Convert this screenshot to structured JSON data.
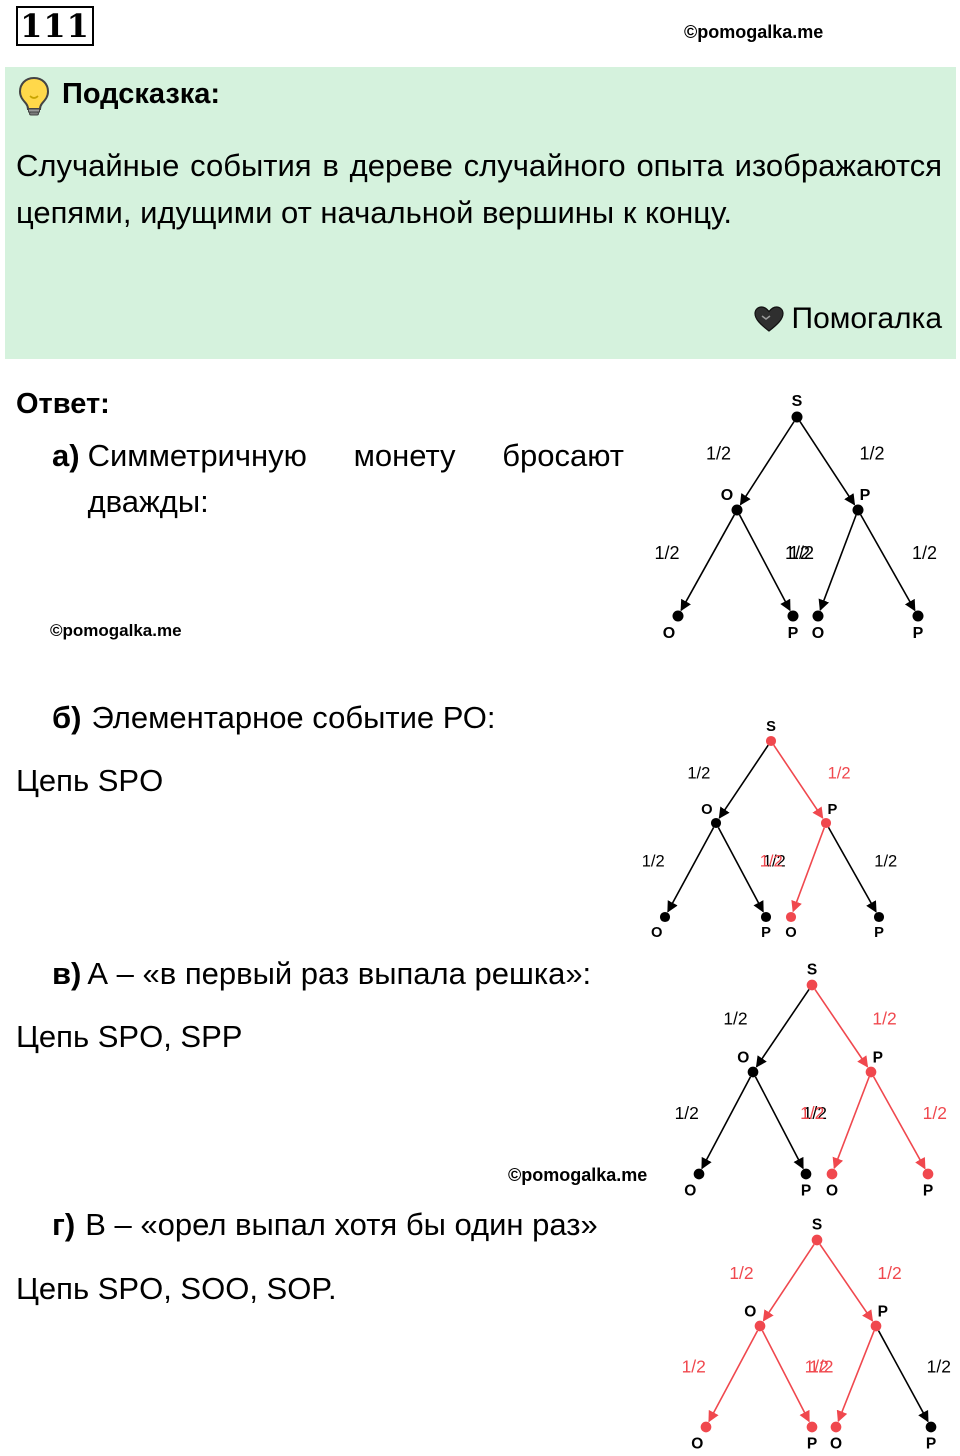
{
  "task_number": "111",
  "watermark": "©pomogalka.me",
  "hint": {
    "title": "Подсказка:",
    "text": "Случайные события в дереве случайного опыта изображаются цепями, идущими от начальной вершины к концу.",
    "signature": "Помогалка",
    "icons": [
      "lightbulb-icon",
      "heart-icon"
    ]
  },
  "answer": {
    "label": "Ответ:",
    "items": [
      {
        "letter": "а)",
        "text": "Симметричную монету бросают дважды:",
        "chain": ""
      },
      {
        "letter": "б)",
        "text": "Элементарное событие РО:",
        "chain": "Цепь SPO"
      },
      {
        "letter": "в)",
        "text": "А – «в первый раз выпала решка»:",
        "chain": "Цепь SPO, SPP"
      },
      {
        "letter": "г)",
        "text": "В – «орел выпал хотя бы один раз»",
        "chain": "Цепь SPO, SOO, SOP."
      }
    ]
  },
  "colors": {
    "highlight": "#f0484e",
    "normal": "#000000",
    "hint_bg": "#d5f2dd"
  },
  "trees": [
    {
      "labels": {
        "root": "S",
        "left": "O",
        "right": "P",
        "ll": "O",
        "lr": "P",
        "rl": "O",
        "rr": "P"
      },
      "probabilities": {
        "root_left": "1/2",
        "root_right": "1/2",
        "left_left": "1/2",
        "left_right": "1/2",
        "right_left": "1/2",
        "right_right": "1/2"
      },
      "highlight": []
    },
    {
      "labels": {
        "root": "S",
        "left": "O",
        "right": "P",
        "ll": "O",
        "lr": "P",
        "rl": "O",
        "rr": "P"
      },
      "probabilities": {
        "root_left": "1/2",
        "root_right": "1/2",
        "left_left": "1/2",
        "left_right": "1/2",
        "right_left": "1/2",
        "right_right": "1/2"
      },
      "highlight": [
        "root",
        "root_right",
        "right",
        "right_left",
        "rl"
      ]
    },
    {
      "labels": {
        "root": "S",
        "left": "O",
        "right": "P",
        "ll": "O",
        "lr": "P",
        "rl": "O",
        "rr": "P"
      },
      "probabilities": {
        "root_left": "1/2",
        "root_right": "1/2",
        "left_left": "1/2",
        "left_right": "1/2",
        "right_left": "1/2",
        "right_right": "1/2"
      },
      "highlight": [
        "root",
        "root_right",
        "right",
        "right_left",
        "rl",
        "right_right",
        "rr"
      ]
    },
    {
      "labels": {
        "root": "S",
        "left": "O",
        "right": "P",
        "ll": "O",
        "lr": "P",
        "rl": "O",
        "rr": "P"
      },
      "probabilities": {
        "root_left": "1/2",
        "root_right": "1/2",
        "left_left": "1/2",
        "left_right": "1/2",
        "right_left": "1/2",
        "right_right": "1/2"
      },
      "highlight": [
        "root",
        "root_left",
        "left",
        "left_left",
        "ll",
        "left_right",
        "lr",
        "root_right",
        "right",
        "right_left",
        "rl"
      ]
    }
  ]
}
